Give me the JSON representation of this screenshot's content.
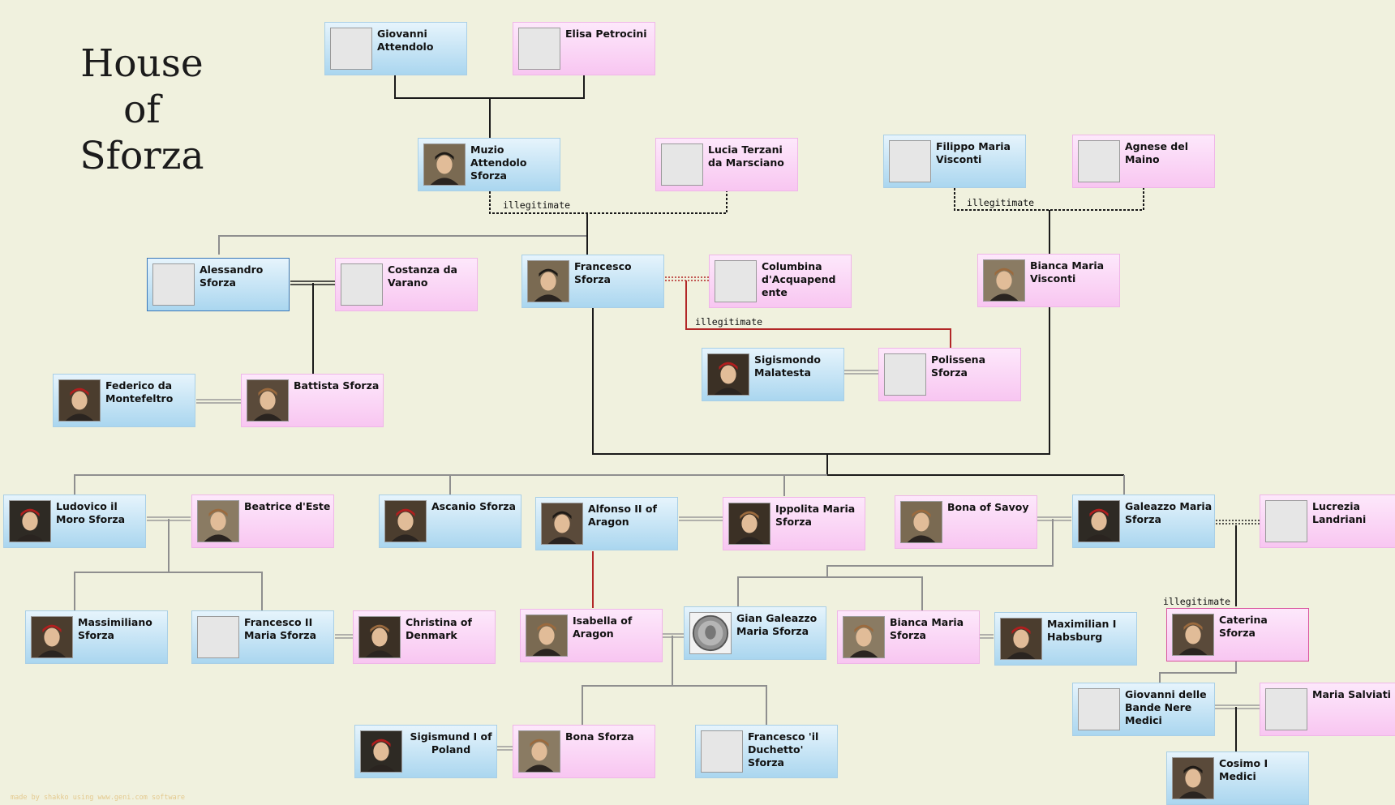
{
  "title": [
    "House",
    "of",
    "Sforza"
  ],
  "credit": "made by shakko using www.geni.com software",
  "relation_label": "illegitimate",
  "colors": {
    "line": "#1a1a1a",
    "grey_line": "#8f8f8f",
    "red_line": "#b22727"
  },
  "people": {
    "giovanni_attendolo": {
      "name": "Giovanni Attendolo",
      "sex": "male",
      "photo": "none"
    },
    "elisa_petrocini": {
      "name": "Elisa Petrocini",
      "sex": "female",
      "photo": "none"
    },
    "muzio_attendolo_sforza": {
      "name": "Muzio Attendolo Sforza",
      "sex": "male",
      "photo": "portrait-icon"
    },
    "lucia_terzani": {
      "name": "Lucia Terzani da Marsciano",
      "sex": "female",
      "photo": "none"
    },
    "filippo_maria_visconti": {
      "name": "Filippo Maria Visconti",
      "sex": "male",
      "photo": "none"
    },
    "agnese_del_maino": {
      "name": "Agnese del Maino",
      "sex": "female",
      "photo": "none"
    },
    "alessandro_sforza": {
      "name": "Alessandro Sforza",
      "sex": "male",
      "photo": "none"
    },
    "costanza_da_varano": {
      "name": "Costanza da Varano",
      "sex": "female",
      "photo": "none"
    },
    "francesco_sforza": {
      "name": "Francesco Sforza",
      "sex": "male",
      "photo": "portrait-icon"
    },
    "columbina": {
      "name": "Columbina d'Acquapend ente",
      "sex": "female",
      "photo": "none"
    },
    "bianca_maria_visconti": {
      "name": "Bianca Maria Visconti",
      "sex": "female",
      "photo": "portrait-icon"
    },
    "federico_da_montefeltro": {
      "name": "Federico da Montefeltro",
      "sex": "male",
      "photo": "portrait-icon"
    },
    "battista_sforza": {
      "name": "Battista Sforza",
      "sex": "female",
      "photo": "portrait-icon"
    },
    "sigismondo_malatesta": {
      "name": "Sigismondo Malatesta",
      "sex": "male",
      "photo": "portrait-icon"
    },
    "polissena_sforza": {
      "name": "Polissena Sforza",
      "sex": "female",
      "photo": "none"
    },
    "ludovico_il_moro": {
      "name": "Ludovico il Moro Sforza",
      "sex": "male",
      "photo": "portrait-icon"
    },
    "beatrice_d_este": {
      "name": "Beatrice d'Este",
      "sex": "female",
      "photo": "portrait-icon"
    },
    "ascanio_sforza": {
      "name": "Ascanio Sforza",
      "sex": "male",
      "photo": "portrait-icon"
    },
    "alfonso_ii_of_aragon": {
      "name": "Alfonso II of Aragon",
      "sex": "male",
      "photo": "portrait-icon"
    },
    "ippolita_maria_sforza": {
      "name": "Ippolita Maria Sforza",
      "sex": "female",
      "photo": "portrait-icon"
    },
    "bona_of_savoy": {
      "name": "Bona of Savoy",
      "sex": "female",
      "photo": "portrait-icon"
    },
    "galeazzo_maria_sforza": {
      "name": "Galeazzo Maria Sforza",
      "sex": "male",
      "photo": "portrait-icon"
    },
    "lucrezia_landriani": {
      "name": "Lucrezia Landriani",
      "sex": "female",
      "photo": "none"
    },
    "massimiliano_sforza": {
      "name": "Massimiliano Sforza",
      "sex": "male",
      "photo": "portrait-icon"
    },
    "francesco_ii_maria_sforza": {
      "name": "Francesco II Maria Sforza",
      "sex": "male",
      "photo": "none"
    },
    "christina_of_denmark": {
      "name": "Christina of Denmark",
      "sex": "female",
      "photo": "portrait-icon"
    },
    "isabella_of_aragon": {
      "name": "Isabella of Aragon",
      "sex": "female",
      "photo": "portrait-icon"
    },
    "gian_galeazzo_maria_sforza": {
      "name": "Gian Galeazzo Maria Sforza",
      "sex": "male",
      "photo": "coin-icon"
    },
    "bianca_maria_sforza": {
      "name": "Bianca Maria Sforza",
      "sex": "female",
      "photo": "portrait-icon"
    },
    "maximilian_i_habsburg": {
      "name": "Maximilian I Habsburg",
      "sex": "male",
      "photo": "portrait-icon"
    },
    "caterina_sforza": {
      "name": "Caterina Sforza",
      "sex": "female",
      "photo": "portrait-icon"
    },
    "giovanni_delle_bande_nere": {
      "name": "Giovanni delle Bande Nere Medici",
      "sex": "male",
      "photo": "none"
    },
    "maria_salviati": {
      "name": "Maria Salviati",
      "sex": "female",
      "photo": "none"
    },
    "sigismund_i_of_poland": {
      "name": "Sigismund I of Poland",
      "sex": "male",
      "photo": "portrait-icon"
    },
    "bona_sforza": {
      "name": "Bona Sforza",
      "sex": "female",
      "photo": "portrait-icon"
    },
    "francesco_il_duchetto": {
      "name": "Francesco 'il Duchetto' Sforza",
      "sex": "male",
      "photo": "none"
    },
    "cosimo_i_medici": {
      "name": "Cosimo I Medici",
      "sex": "male",
      "photo": "portrait-icon"
    }
  }
}
